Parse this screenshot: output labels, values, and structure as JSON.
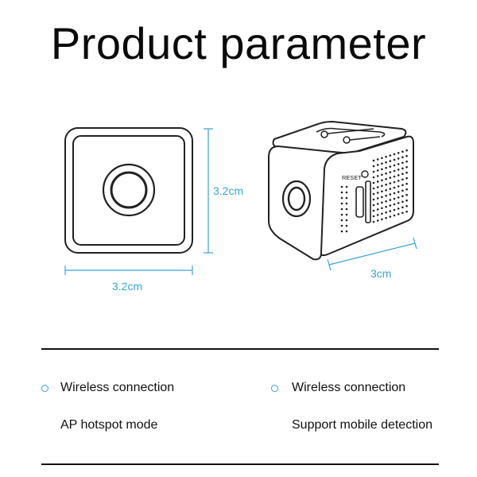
{
  "title": "Product parameter",
  "dimensions": {
    "front_height": "3.2cm",
    "front_width": "3.2cm",
    "side_depth": "3cm"
  },
  "device_labels": {
    "reset": "RESET"
  },
  "features": [
    {
      "heading": "Wireless connection",
      "detail": "AP hotspot mode"
    },
    {
      "heading": "Wireless connection",
      "detail": "Support mobile detection"
    }
  ],
  "colors": {
    "dimension_accent": "#3aa3d6",
    "outline": "#222222"
  }
}
